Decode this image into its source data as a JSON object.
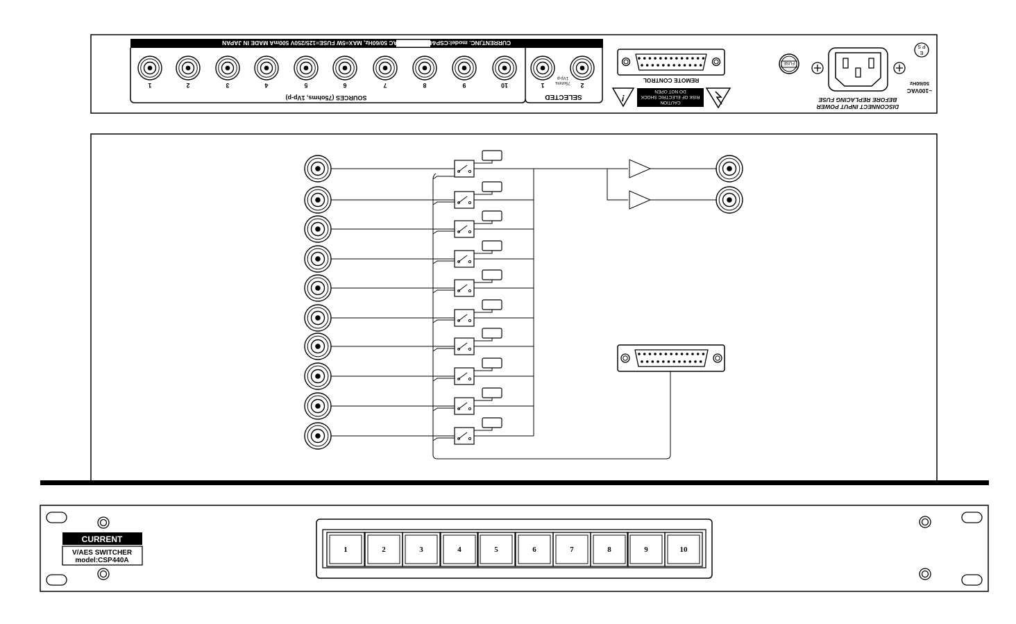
{
  "rear_panel": {
    "label_strip": "CURRENT,INC.  model:CSP440A SN         100VAC 50/60Hz, MAX=5W  FUSE=125/250V 500mA MADE IN JAPAN",
    "sources_label": "SOURCES (75ohms, 1Vp-p)",
    "source_numbers": [
      "1",
      "2",
      "3",
      "4",
      "5",
      "6",
      "7",
      "8",
      "9",
      "10"
    ],
    "selected_label": "SELECTED",
    "selected_numbers": [
      "1",
      "2"
    ],
    "selected_spec_1": "75ohms",
    "selected_spec_2": "1Vp-p",
    "remote_label": "REMOTE CONTROL",
    "caution_1": "CAUTION",
    "caution_2": "RISK OF ELECTRIC SHOCK",
    "caution_3": "DO NOT OPEN",
    "fuse_label": "FUSE",
    "power_label_1": "DISCONNECT INPUT POWER",
    "power_label_2": "BEFORE REPLACING FUSE",
    "voltage_1": "~100VAC",
    "voltage_2": "50/60Hz",
    "ps_label": "P S",
    "earth_label": "E"
  },
  "front_panel": {
    "brand": "CURRENT",
    "product": "V/AES SWITCHER",
    "model": "model:CSP440A",
    "buttons": [
      "1",
      "2",
      "3",
      "4",
      "5",
      "6",
      "7",
      "8",
      "9",
      "10"
    ]
  }
}
